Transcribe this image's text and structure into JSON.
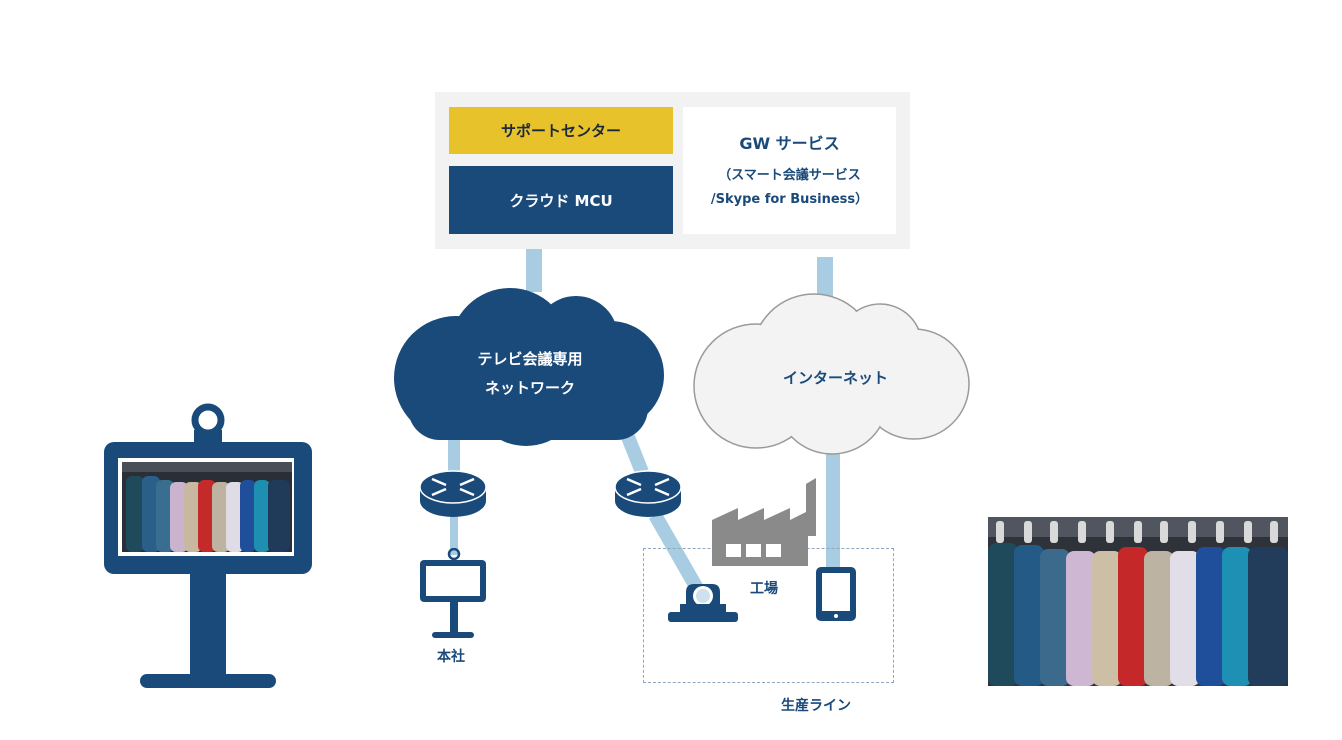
{
  "boxes": {
    "support": "サポートセンター",
    "mcu": "クラウド MCU",
    "gw_title": "GW サービス",
    "gw_line1": "（スマート会議サービス",
    "gw_line2": "/Skype for Business）"
  },
  "clouds": {
    "private_line1": "テレビ会議専用",
    "private_line2": "ネットワーク",
    "internet": "インターネット"
  },
  "labels": {
    "headquarters": "本社",
    "factory": "工場",
    "production_line": "生産ライン"
  },
  "colors": {
    "navy": "#1a4a7a",
    "yellow": "#e8c22a",
    "link": "#a8cde3",
    "panel": "#f2f2f2"
  }
}
